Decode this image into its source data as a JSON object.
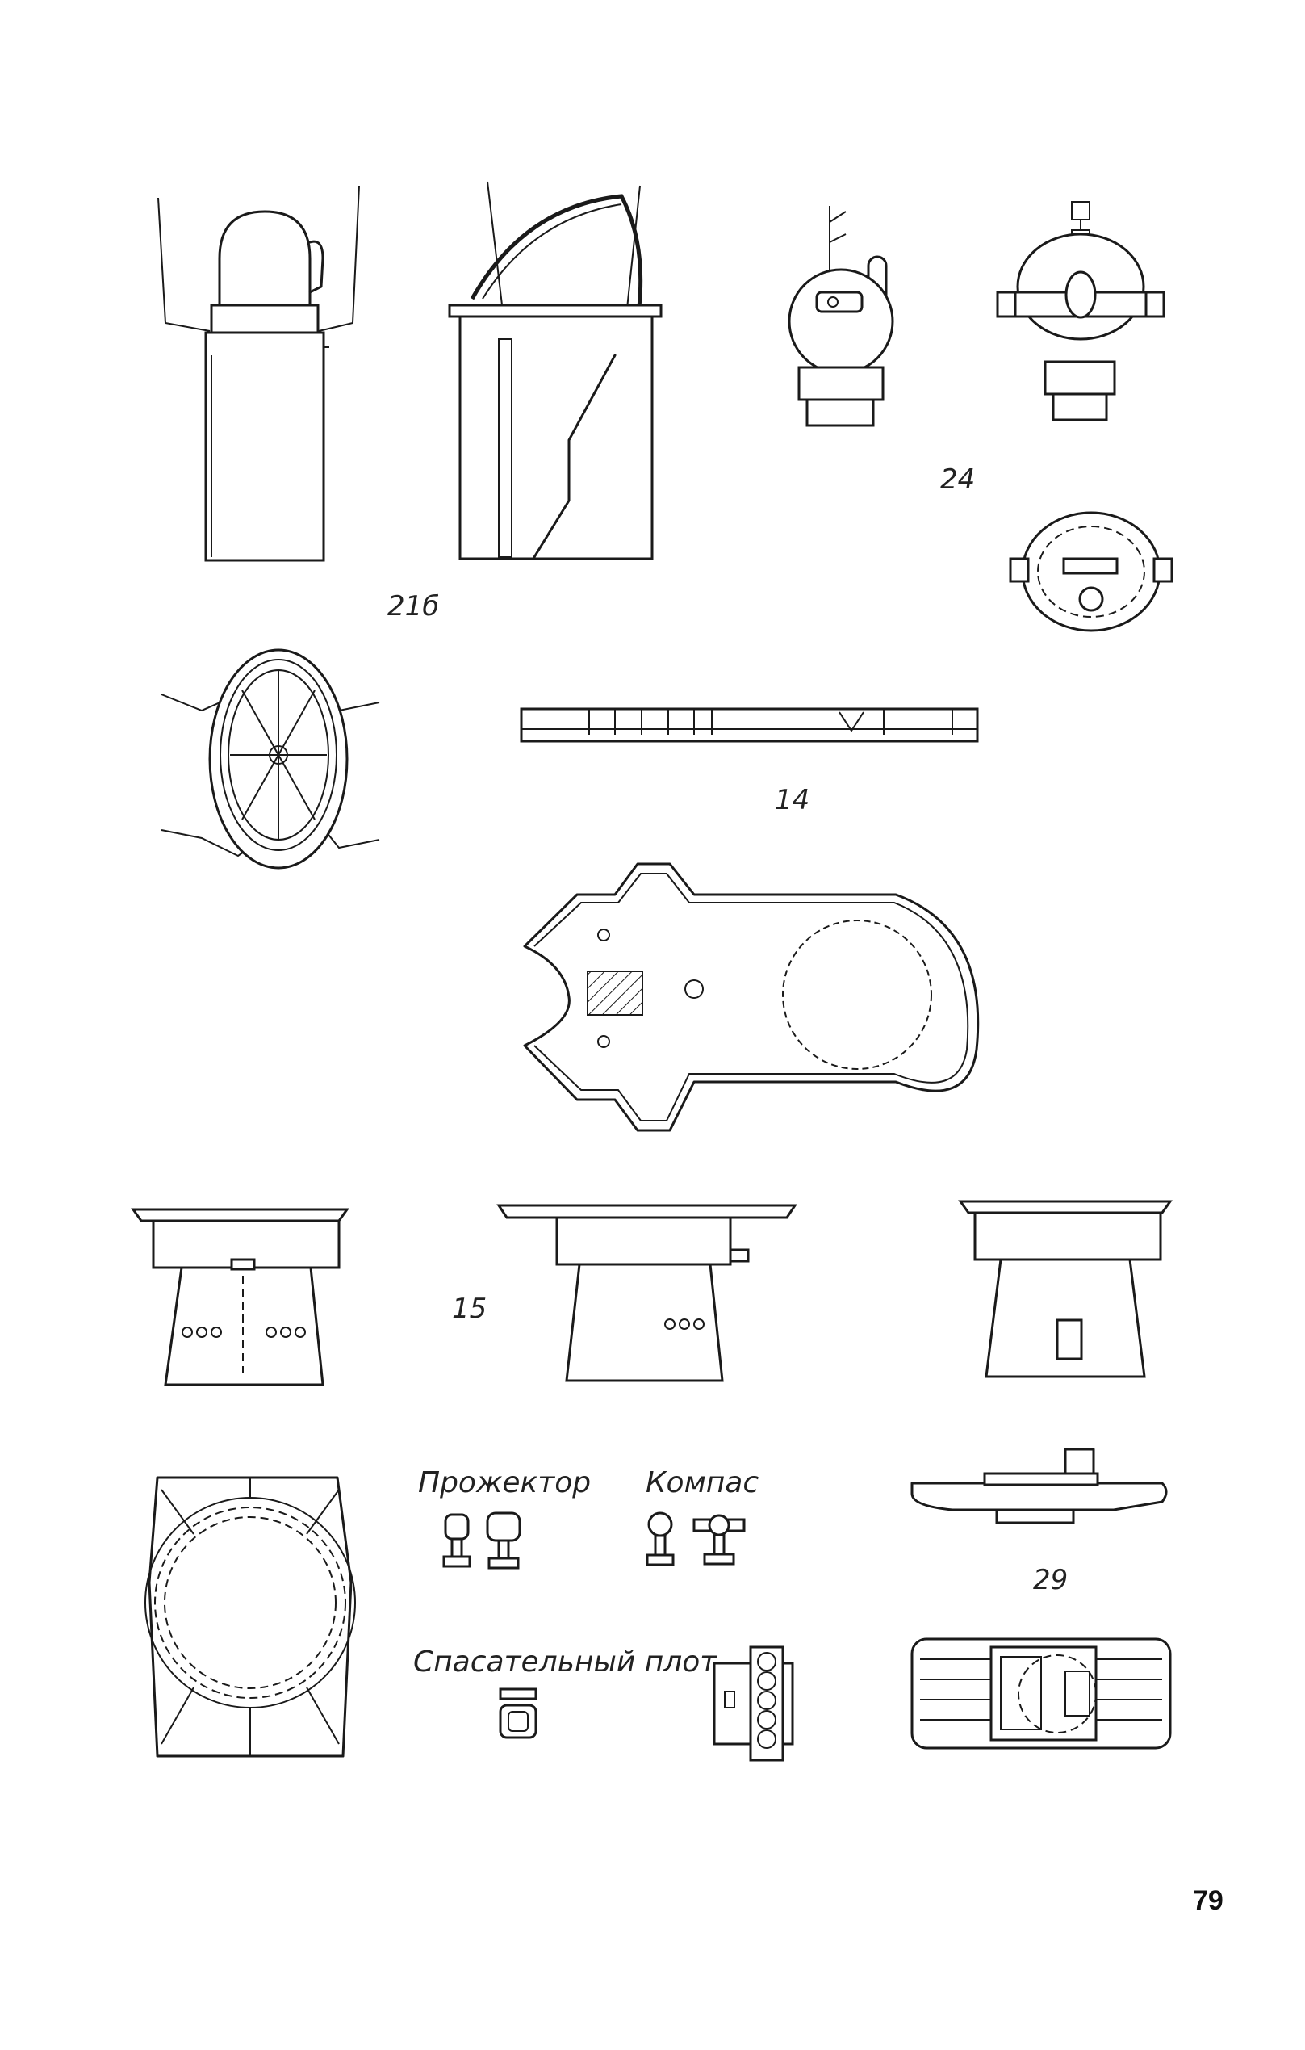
{
  "labels": {
    "part_21b": "21б",
    "part_24": "24",
    "part_14": "14",
    "part_15": "15",
    "part_29": "29",
    "searchlight": "Прожектор",
    "compass": "Компас",
    "life_raft": "Спасательный плот"
  },
  "page_number": "79"
}
